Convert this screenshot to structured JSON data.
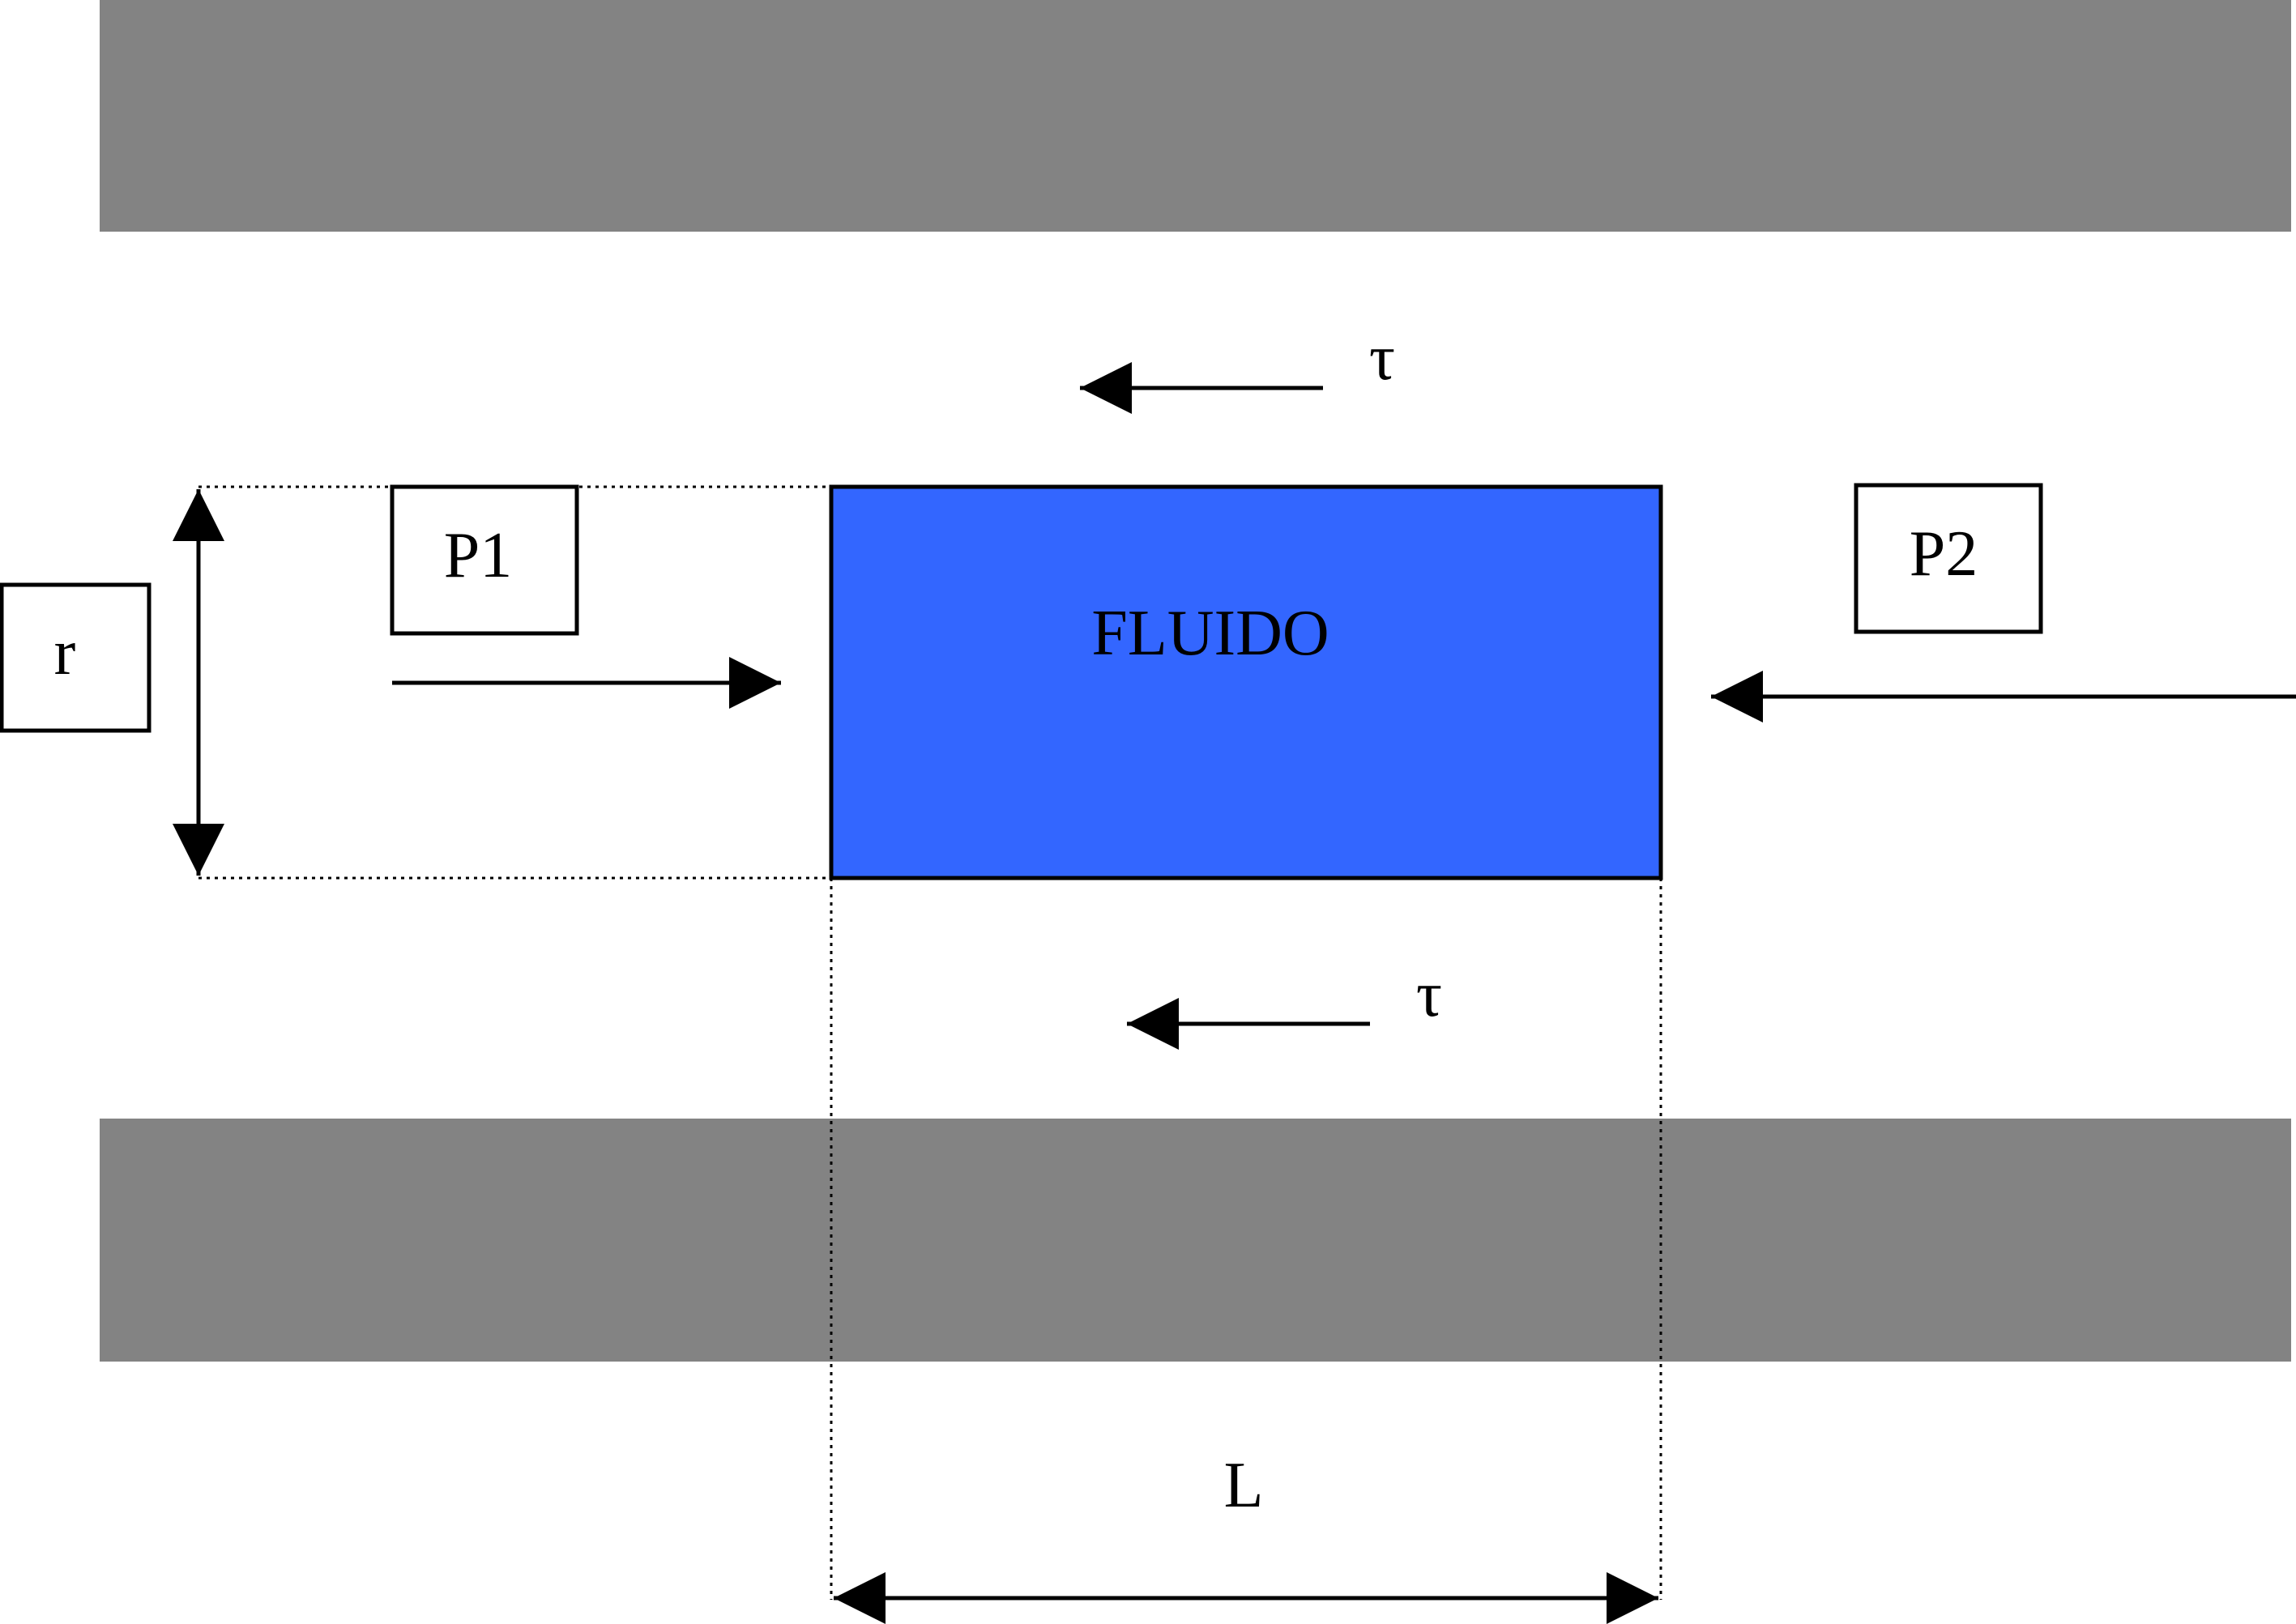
{
  "labels": {
    "fluid": "FLUIDO",
    "pressure_left": "P1",
    "pressure_right": "P2",
    "radius": "r",
    "length": "L",
    "shear_top": "τ",
    "shear_bottom": "τ"
  },
  "colors": {
    "wall": "#838383",
    "fluid": "#3366ff",
    "line": "#000000",
    "background": "#ffffff"
  }
}
